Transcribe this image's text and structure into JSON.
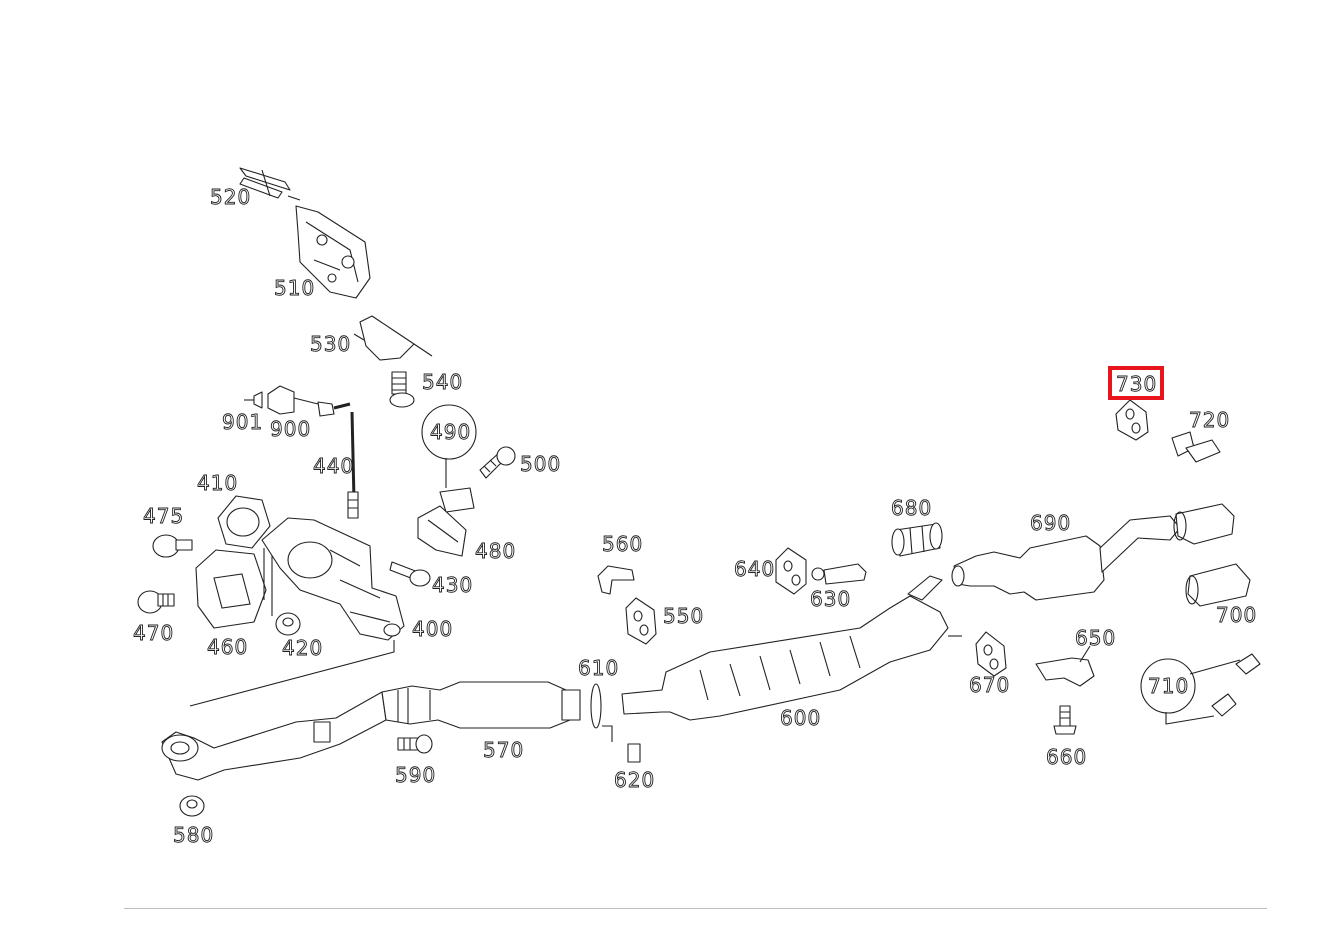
{
  "diagram": {
    "highlight_color": "#e8141c",
    "highlighted_part": "730",
    "labels": {
      "p400": "400",
      "p410": "410",
      "p420": "420",
      "p430": "430",
      "p440": "440",
      "p460": "460",
      "p470": "470",
      "p475": "475",
      "p480": "480",
      "p490": "490",
      "p500": "500",
      "p510": "510",
      "p520": "520",
      "p530": "530",
      "p540": "540",
      "p550": "550",
      "p560": "560",
      "p570": "570",
      "p580": "580",
      "p590": "590",
      "p600": "600",
      "p610": "610",
      "p620": "620",
      "p630": "630",
      "p640": "640",
      "p650": "650",
      "p660": "660",
      "p670": "670",
      "p680": "680",
      "p690": "690",
      "p700": "700",
      "p710": "710",
      "p720": "720",
      "p730": "730",
      "p900": "900",
      "p901": "901"
    }
  }
}
